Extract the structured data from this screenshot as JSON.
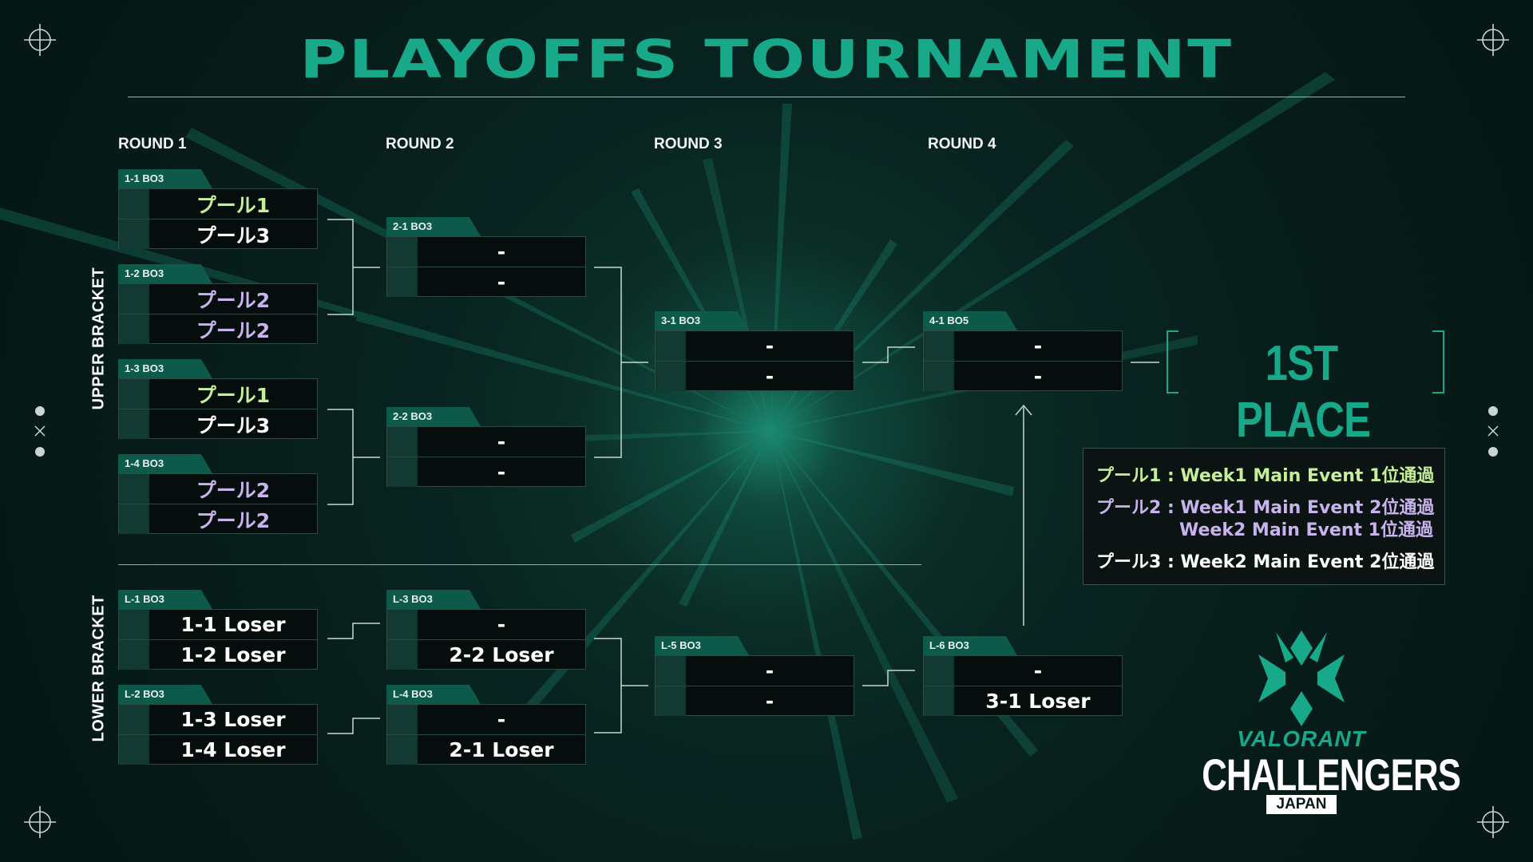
{
  "title": "PLAYOFFS TOURNAMENT",
  "rounds": [
    "ROUND 1",
    "ROUND 2",
    "ROUND 3",
    "ROUND 4"
  ],
  "brackets": {
    "upper": "UPPER BRACKET",
    "lower": "LOWER BRACKET"
  },
  "matches": {
    "m11": {
      "tag": "1-1 BO3",
      "t1": "プール1",
      "t2": "プール3"
    },
    "m12": {
      "tag": "1-2 BO3",
      "t1": "プール2",
      "t2": "プール2"
    },
    "m13": {
      "tag": "1-3 BO3",
      "t1": "プール1",
      "t2": "プール3"
    },
    "m14": {
      "tag": "1-4 BO3",
      "t1": "プール2",
      "t2": "プール2"
    },
    "m21": {
      "tag": "2-1 BO3",
      "t1": "-",
      "t2": "-"
    },
    "m22": {
      "tag": "2-2 BO3",
      "t1": "-",
      "t2": "-"
    },
    "m31": {
      "tag": "3-1 BO3",
      "t1": "-",
      "t2": "-"
    },
    "m41": {
      "tag": "4-1 BO5",
      "t1": "-",
      "t2": "-"
    },
    "l1": {
      "tag": "L-1 BO3",
      "t1": "1-1 Loser",
      "t2": "1-2 Loser"
    },
    "l2": {
      "tag": "L-2 BO3",
      "t1": "1-3 Loser",
      "t2": "1-4 Loser"
    },
    "l3": {
      "tag": "L-3 BO3",
      "t1": "-",
      "t2": "2-2 Loser"
    },
    "l4": {
      "tag": "L-4 BO3",
      "t1": "-",
      "t2": "2-1 Loser"
    },
    "l5": {
      "tag": "L-5 BO3",
      "t1": "-",
      "t2": "-"
    },
    "l6": {
      "tag": "L-6 BO3",
      "t1": "-",
      "t2": "3-1 Loser"
    }
  },
  "first_place": "1ST PLACE",
  "legend": {
    "line1": "プール1 : Week1 Main Event 1位通過",
    "line2": "プール2 : Week1 Main Event 2位通過",
    "line2b": "Week2 Main Event 1位通過",
    "line3": "プール3 : Week2 Main Event 2位通過"
  },
  "logo": {
    "valorant": "VALORANT",
    "challengers": "CHALLENGERS",
    "japan": "JAPAN"
  },
  "colors": {
    "accent": "#17a98a",
    "pool1": "#c6ef9a",
    "pool2": "#c9b3ee",
    "pool3": "#ffffff",
    "background": "#071d1a"
  }
}
